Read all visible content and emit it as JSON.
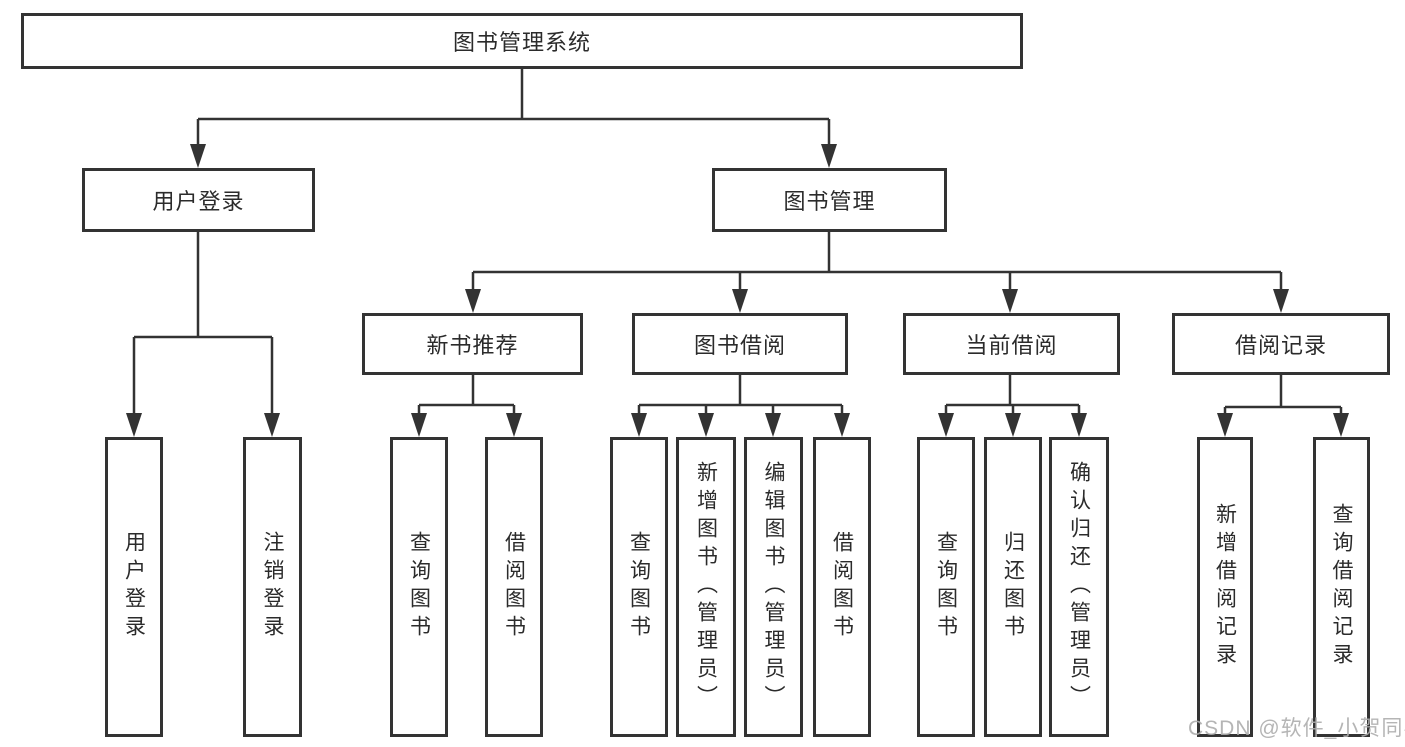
{
  "diagram": {
    "title": "图书管理系统",
    "branches": [
      {
        "label": "用户登录",
        "children": [
          "用户登录",
          "注销登录"
        ]
      },
      {
        "label": "图书管理",
        "sections": [
          {
            "label": "新书推荐",
            "children": [
              "查询图书",
              "借阅图书"
            ]
          },
          {
            "label": "图书借阅",
            "children": [
              "查询图书",
              "新增图书（管理员）",
              "编辑图书（管理员）",
              "借阅图书"
            ]
          },
          {
            "label": "当前借阅",
            "children": [
              "查询图书",
              "归还图书",
              "确认归还（管理员）"
            ]
          },
          {
            "label": "借阅记录",
            "children": [
              "新增借阅记录",
              "查询借阅记录"
            ]
          }
        ]
      }
    ]
  },
  "watermark": "CSDN @软件_小贺同学",
  "colors": {
    "line": "#333333",
    "box_border": "#333333",
    "text": "#2b2b2b",
    "watermark": "#adadad",
    "background": "#ffffff"
  }
}
